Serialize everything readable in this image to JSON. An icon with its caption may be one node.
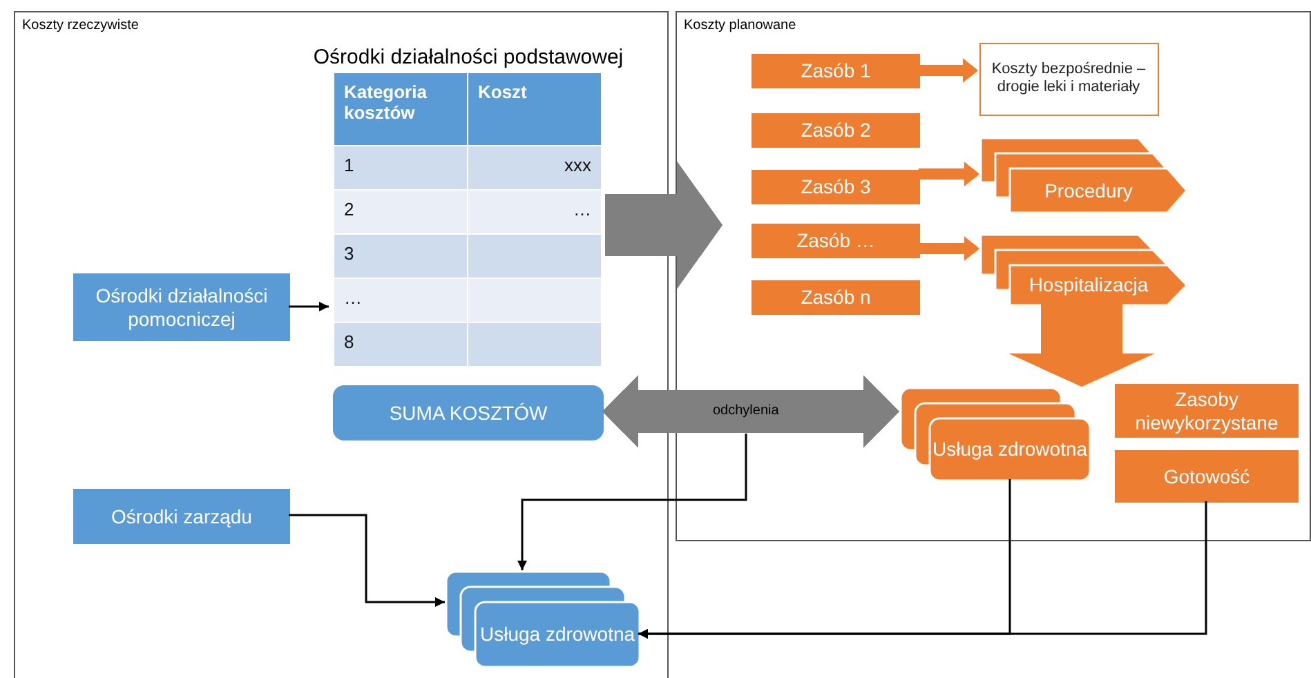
{
  "diagram": {
    "nodes": [
      {
        "text": [
          "Koszty rzeczywiste"
        ]
      },
      {
        "text": [
          "Ośrodki działalności podstawowej"
        ],
        "in": 0
      },
      {
        "text": [
          "Ośrodki działalności pomocniczej"
        ],
        "in": 0
      },
      {
        "text": [
          "SUMA KOSZTÓW"
        ],
        "in": 0
      },
      {
        "text": [
          "Ośrodki zarządu"
        ],
        "in": 0
      },
      {
        "text": [
          "Usługa zdrowotna"
        ],
        "in": 0
      },
      {
        "text": [
          "Koszty planowane"
        ]
      },
      {
        "text": [
          "Zasób 1"
        ],
        "in": 6
      },
      {
        "text": [
          "Zasób 2"
        ],
        "in": 6
      },
      {
        "text": [
          "Zasób 3"
        ],
        "in": 6
      },
      {
        "text": [
          "Zasób …"
        ],
        "in": 6
      },
      {
        "text": [
          "Zasób n"
        ],
        "in": 6
      },
      {
        "text": [
          "Koszty bezpośrednie – drogie leki i materiały"
        ],
        "in": 6
      },
      {
        "text": [
          "Procedury"
        ],
        "in": 6
      },
      {
        "text": [
          "Hospitalizacja"
        ],
        "in": 6
      },
      {
        "text": [
          "Usługa zdrowotna"
        ],
        "in": 6
      },
      {
        "text": [
          "Zasoby niewykorzystane"
        ],
        "in": 6
      },
      {
        "text": [
          "Gotowość"
        ],
        "in": 6
      }
    ],
    "edges": [
      {
        "from": 2,
        "to": 1,
        "arrow": "to"
      },
      {
        "from": 1,
        "to": 6,
        "arrow": "to",
        "style": "thick",
        "color": "#808080"
      },
      {
        "from": 7,
        "to": 12,
        "arrow": "to",
        "color": "#ed7d31"
      },
      {
        "from": 9,
        "to": 13,
        "arrow": "to",
        "color": "#ed7d31"
      },
      {
        "from": 10,
        "to": 14,
        "arrow": "to",
        "color": "#ed7d31"
      },
      {
        "from": 14,
        "to": 15,
        "arrow": "to",
        "style": "thick",
        "color": "#ed7d31"
      },
      {
        "from": 3,
        "to": 15,
        "arrow": "both",
        "label": "odchylenia",
        "style": "thick",
        "color": "#808080"
      },
      {
        "from": null,
        "to": 5,
        "arrow": "to"
      },
      {
        "from": 4,
        "to": 5,
        "arrow": "to"
      },
      {
        "from": 15,
        "to": 5,
        "arrow": "to"
      },
      {
        "from": 17,
        "to": 5,
        "arrow": "to"
      }
    ],
    "labels": [
      "Kategoria kosztów",
      "Koszt",
      "1",
      "xxx",
      "2",
      "…",
      "3",
      "…",
      "8"
    ]
  }
}
